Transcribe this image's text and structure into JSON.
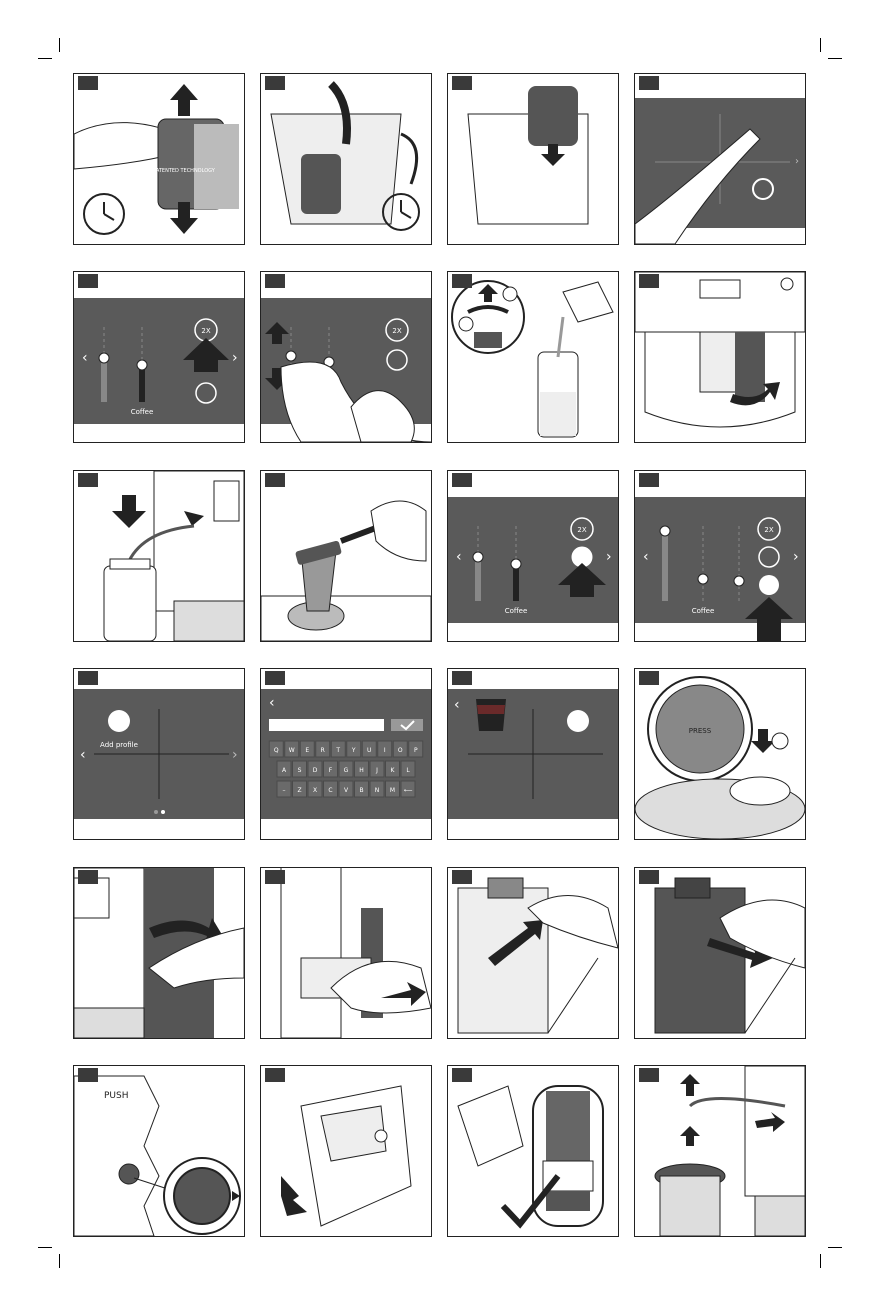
{
  "panels": {
    "p1": {
      "badge": "PATENTED TECHNOLOGY"
    },
    "p5": {
      "badge": "2X",
      "label": "Coffee"
    },
    "p6": {
      "badge": "2X"
    },
    "p11": {
      "badge": "2X",
      "label": "Coffee"
    },
    "p12": {
      "badge": "2X",
      "label": "Coffee"
    },
    "p13": {
      "label": "Add profile"
    },
    "p14": {
      "keyboard_rows": [
        [
          "Q",
          "W",
          "E",
          "R",
          "T",
          "Y",
          "U",
          "I",
          "O",
          "P"
        ],
        [
          "A",
          "S",
          "D",
          "F",
          "G",
          "H",
          "J",
          "K",
          "L"
        ],
        [
          "–",
          "Z",
          "X",
          "C",
          "V",
          "B",
          "N",
          "M",
          "⟵"
        ]
      ]
    },
    "p16": {
      "label": "PRESS"
    },
    "p21": {
      "label": "PUSH"
    }
  },
  "colors": {
    "screen": "#5a5a5a",
    "frame": "#222222",
    "arrow": "#222222"
  }
}
